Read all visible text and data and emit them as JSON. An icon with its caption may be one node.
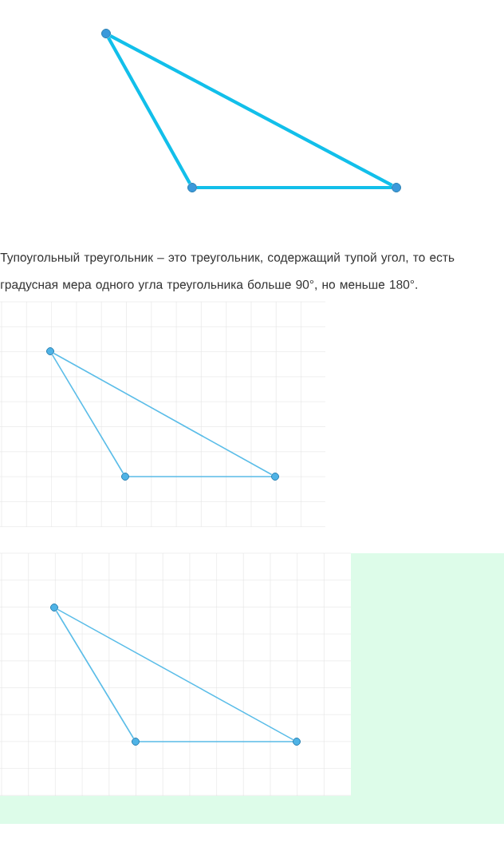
{
  "diagram": {
    "nodes": [
      {
        "text": [],
        "shape": "circle"
      },
      {
        "text": [],
        "shape": "circle"
      },
      {
        "text": [],
        "shape": "circle"
      },
      {
        "text": [],
        "shape": "circle"
      },
      {
        "text": [],
        "shape": "circle"
      },
      {
        "text": [],
        "shape": "circle"
      },
      {
        "text": [],
        "shape": "circle"
      },
      {
        "text": [],
        "shape": "circle"
      },
      {
        "text": [],
        "shape": "circle"
      }
    ],
    "edges": [
      {
        "from": 0,
        "to": 1,
        "arrow": "none",
        "style": "thick",
        "color": "#12bfea"
      },
      {
        "from": 1,
        "to": 2,
        "arrow": "none",
        "style": "thick",
        "color": "#12bfea"
      },
      {
        "from": 0,
        "to": 2,
        "arrow": "none",
        "style": "thick",
        "color": "#12bfea"
      },
      {
        "from": 3,
        "to": 4,
        "arrow": "none"
      },
      {
        "from": 4,
        "to": 5,
        "arrow": "none"
      },
      {
        "from": 3,
        "to": 5,
        "arrow": "none"
      },
      {
        "from": 6,
        "to": 7,
        "arrow": "none"
      },
      {
        "from": 7,
        "to": 8,
        "arrow": "none"
      },
      {
        "from": 6,
        "to": 8,
        "arrow": "none"
      }
    ],
    "labels": [
      "Тупоугольный треугольник – это треугольник, содержащий тупой угол, то есть градусная мера одного угла треугольника больше 90°, но меньше 180°."
    ]
  }
}
